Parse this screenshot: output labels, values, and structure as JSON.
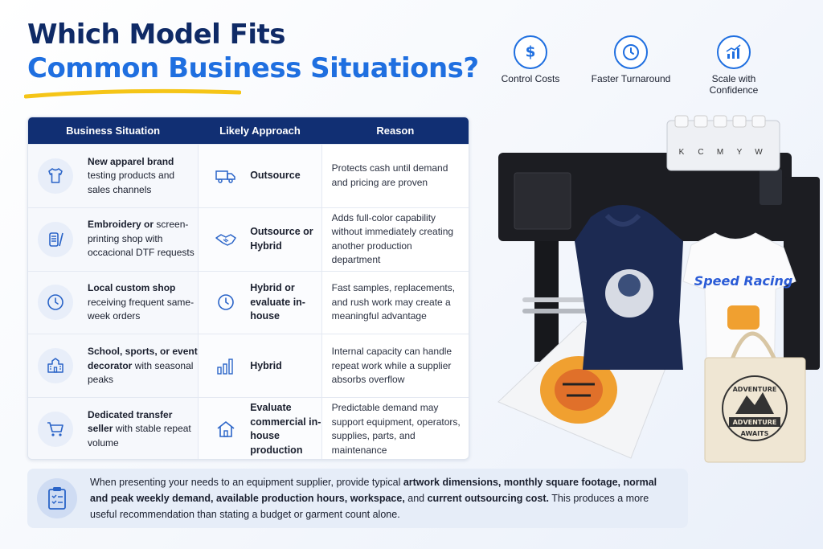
{
  "title": {
    "line1": "Which Model Fits",
    "line2": "Common Business Situations?"
  },
  "benefits": [
    {
      "label": "Control Costs",
      "icon": "dollar-icon"
    },
    {
      "label": "Faster Turnaround",
      "icon": "clock-icon"
    },
    {
      "label": "Scale with Confidence",
      "icon": "growth-chart-icon"
    }
  ],
  "table": {
    "headers": [
      "Business Situation",
      "Likely Approach",
      "Reason"
    ],
    "rows": [
      {
        "situation_bold": "New apparel brand",
        "situation_rest": " testing products and sales channels",
        "situation_icon": "tshirt-icon",
        "approach": "Outsource",
        "approach_icon": "truck-icon",
        "reason": "Protects cash until demand and pricing are proven"
      },
      {
        "situation_bold": "Embroidery or",
        "situation_rest": " screen-printing shop with occacional DTF requests",
        "situation_icon": "embroidery-icon",
        "approach": "Outsource or Hybrid",
        "approach_icon": "handshake-icon",
        "reason": "Adds full-color capability without immediately creating another production department"
      },
      {
        "situation_bold": "Local custom shop",
        "situation_rest": " receiving frequent same-week orders",
        "situation_icon": "clock-icon",
        "approach": "Hybrid or evaluate in-house",
        "approach_icon": "clock-icon",
        "reason": "Fast samples, replacements, and rush work may create a meaningful advantage"
      },
      {
        "situation_bold": "School, sports, or event decorator",
        "situation_rest": " with seasonal peaks",
        "situation_icon": "school-icon",
        "approach": "Hybrid",
        "approach_icon": "bar-chart-icon",
        "reason": "Internal capacity can handle repeat work while a supplier absorbs overflow"
      },
      {
        "situation_bold": "Dedicated transfer seller",
        "situation_rest": " with stable repeat volume",
        "situation_icon": "cart-icon",
        "approach": "Evaluate commercial in-house production",
        "approach_icon": "house-icon",
        "reason": "Predictable demand may support equipment, operators, supplies, parts, and maintenance"
      }
    ]
  },
  "footer": {
    "icon": "clipboard-checklist-icon",
    "t1": "When presenting your needs to an equipment supplier, provide typical ",
    "b1": "artwork dimensions, monthly square footage, normal and peak weekly demand, available production hours, workspace,",
    "t2": " and ",
    "b2": "current outsourcing cost.",
    "t3": " This produces a more useful recommendation than stating a budget or garment count alone."
  },
  "illustration": {
    "ink_labels": [
      "K",
      "C",
      "M",
      "Y",
      "W"
    ],
    "shirt_text": "Speed Racing",
    "tote_text_top": "ADVENTURE",
    "tote_text_mid": "ADVENTURE",
    "tote_text_bot": "AWAITS"
  },
  "colors": {
    "navy": "#112f73",
    "blue": "#1f6fe0",
    "icon_blue": "#2a64c8"
  }
}
